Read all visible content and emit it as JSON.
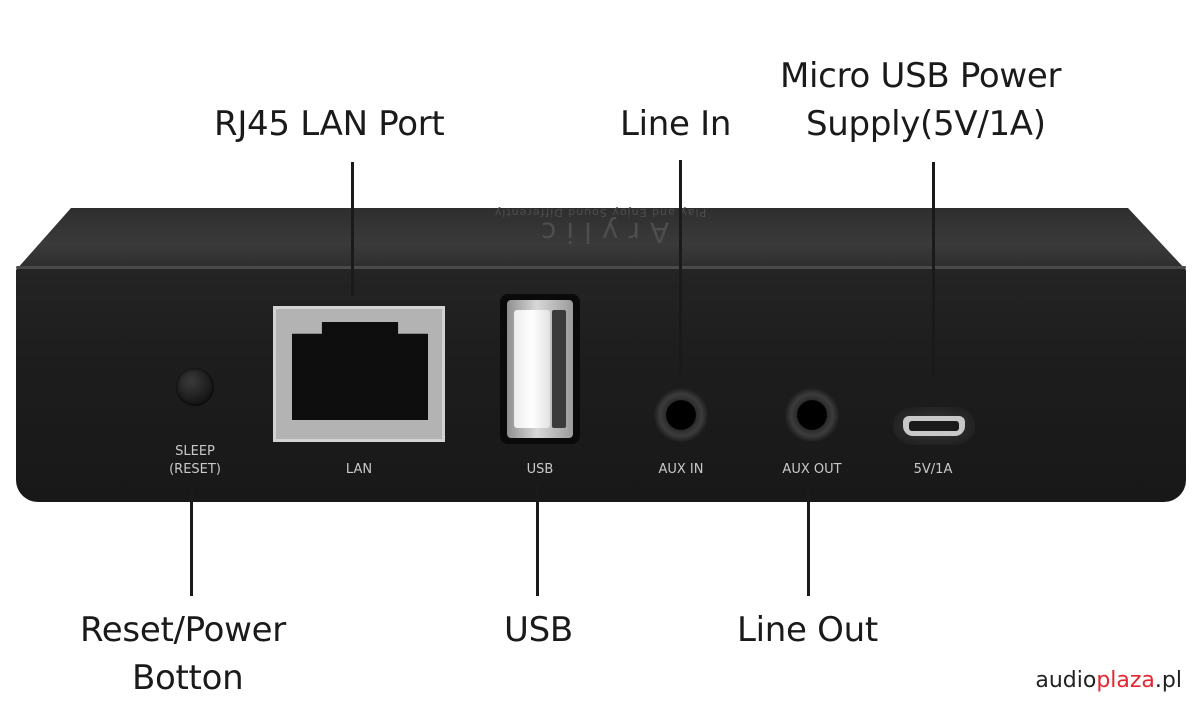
{
  "callouts": {
    "rj45": "RJ45 LAN Port",
    "line_in": "Line In",
    "micro_usb_line1": "Micro USB Power",
    "micro_usb_line2": "Supply(5V/1A)",
    "reset_line1": "Reset/Power",
    "reset_line2": "Botton",
    "usb": "USB",
    "line_out": "Line Out"
  },
  "device": {
    "brand": "Arylic",
    "tagline": "Play and Enjoy Sound Differently",
    "labels": {
      "sleep": "SLEEP",
      "reset": "(RESET)",
      "lan": "LAN",
      "usb": "USB",
      "aux_in": "AUX IN",
      "aux_out": "AUX OUT",
      "power": "5V/1A"
    }
  },
  "watermark": {
    "part1": "audio",
    "part2": "plaza",
    "part3": ".pl"
  },
  "colors": {
    "device": "#1d1d1d",
    "text": "#1a1a1a",
    "watermark_accent": "#e3262f"
  }
}
